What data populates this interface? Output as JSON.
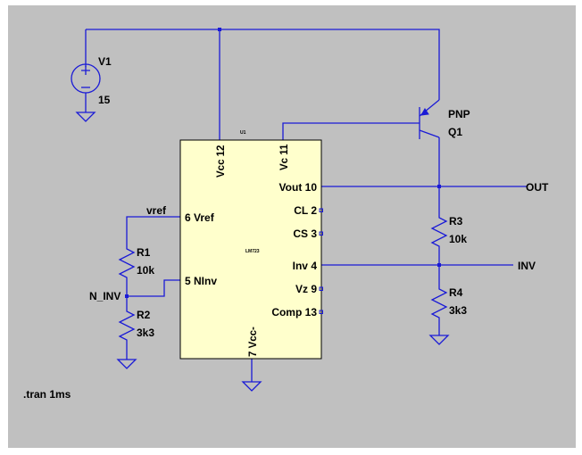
{
  "schematic": {
    "colors": {
      "background": "#c0c0c0",
      "wire": "#1a1ad6",
      "ic_fill": "#ffffcc",
      "text": "#000000"
    },
    "source": {
      "name": "V1",
      "value": "15"
    },
    "transistor": {
      "type": "PNP",
      "name": "Q1"
    },
    "ic": {
      "ref": "U1",
      "part": "LM723",
      "pins": {
        "vcc": "Vcc 12",
        "vc": "Vc 11",
        "vout": "Vout 10",
        "cl": "CL 2",
        "cs": "CS 3",
        "inv": "Inv 4",
        "vz": "Vz 9",
        "comp": "Comp 13",
        "vref": "6 Vref",
        "ninv": "5 NInv",
        "vcc_neg": "7 Vcc-"
      }
    },
    "resistors": [
      {
        "name": "R1",
        "value": "10k"
      },
      {
        "name": "R2",
        "value": "3k3"
      },
      {
        "name": "R3",
        "value": "10k"
      },
      {
        "name": "R4",
        "value": "3k3"
      }
    ],
    "nets": {
      "vref": "vref",
      "n_inv": "N_INV",
      "out": "OUT",
      "inv": "INV"
    },
    "directive": ".tran 1ms"
  }
}
